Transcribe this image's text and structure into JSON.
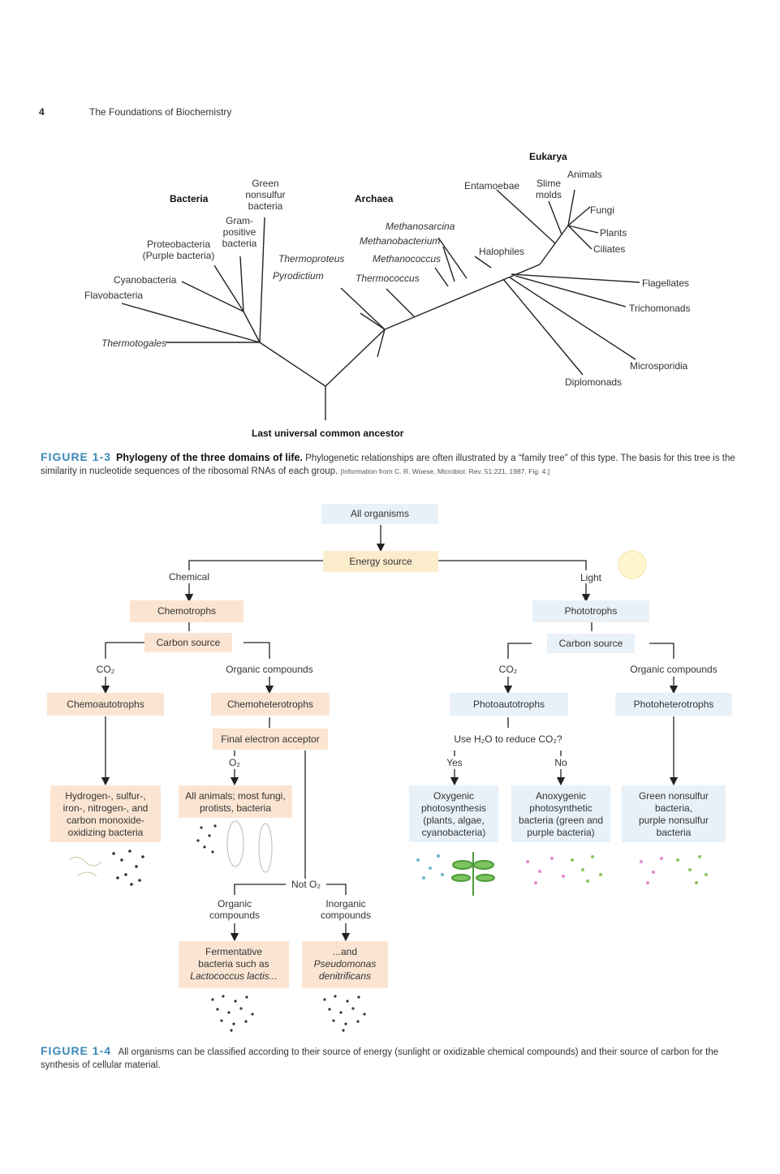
{
  "header": {
    "page_number": "4",
    "running_head": "The Foundations of Biochemistry"
  },
  "fig13": {
    "domains": {
      "bacteria": "Bacteria",
      "archaea": "Archaea",
      "eukarya": "Eukarya"
    },
    "bacteria_leaves": {
      "green_nonsulfur": [
        "Green",
        "nonsulfur",
        "bacteria"
      ],
      "gram_positive": [
        "Gram-",
        "positive",
        "bacteria"
      ],
      "proteobacteria": [
        "Proteobacteria",
        "(Purple bacteria)"
      ],
      "cyanobacteria": "Cyanobacteria",
      "flavobacteria": "Flavobacteria",
      "thermotogales": "Thermotogales"
    },
    "archaea_leaves": {
      "methanosarcina": "Methanosarcina",
      "methanobacterium": "Methanobacterium",
      "methanococcus": "Methanococcus",
      "thermoproteus": "Thermoproteus",
      "pyrodictium": "Pyrodictium",
      "thermococcus": "Thermococcus",
      "halophiles": "Halophiles"
    },
    "eukarya_leaves": {
      "entamoebae": "Entamoebae",
      "slime_molds": [
        "Slime",
        "molds"
      ],
      "animals": "Animals",
      "fungi": "Fungi",
      "plants": "Plants",
      "ciliates": "Ciliates",
      "flagellates": "Flagellates",
      "trichomonads": "Trichomonads",
      "microsporidia": "Microsporidia",
      "diplomonads": "Diplomonads"
    },
    "root": "Last universal common ancestor",
    "caption": {
      "label": "FIGURE 1-3",
      "title": "Phylogeny of the three domains of life.",
      "text": "Phylogenetic relationships are often illustrated by a “family tree” of this type. The basis for this tree is the similarity in nucleotide sequences of the ribosomal RNAs of each group.",
      "source": "[Information from C. R. Woese, Microbiol. Rev. 51:221, 1987, Fig. 4.]"
    }
  },
  "fig14": {
    "all_organisms": "All organisms",
    "energy_source": "Energy source",
    "chemical": "Chemical",
    "light": "Light",
    "chemotrophs": "Chemotrophs",
    "phototrophs": "Phototrophs",
    "carbon_source_left": "Carbon source",
    "carbon_source_right": "Carbon source",
    "co2_left": "CO₂",
    "organic_left": "Organic compounds",
    "co2_right": "CO₂",
    "organic_right": "Organic compounds",
    "chemoautotrophs": "Chemoautotrophs",
    "chemoheterotrophs": "Chemoheterotrophs",
    "photoautotrophs": "Photoautotrophs",
    "photoheterotrophs": "Photoheterotrophs",
    "final_electron_acceptor": "Final electron acceptor",
    "o2": "O₂",
    "use_h2o": "Use H₂O to reduce CO₂?",
    "yes": "Yes",
    "no": "No",
    "hydrogen_bacteria": [
      "Hydrogen-, sulfur-,",
      "iron-, nitrogen-, and",
      "carbon monoxide-",
      "oxidizing bacteria"
    ],
    "all_animals": [
      "All animals; most fungi,",
      "protists, bacteria"
    ],
    "oxygenic": [
      "Oxygenic",
      "photosynthesis",
      "(plants, algae,",
      "cyanobacteria)"
    ],
    "anoxygenic": [
      "Anoxygenic",
      "photosynthetic",
      "bacteria (green and",
      "purple bacteria)"
    ],
    "green_nonsulfur": [
      "Green nonsulfur",
      "bacteria,",
      "purple nonsulfur",
      "bacteria"
    ],
    "not_o2": "Not O₂",
    "organic_compounds": [
      "Organic",
      "compounds"
    ],
    "inorganic_compounds": [
      "Inorganic",
      "compounds"
    ],
    "fermentative": [
      "Fermentative",
      "bacteria such as",
      "Lactococcus lactis..."
    ],
    "and_pseudomonas": [
      "...and",
      "Pseudomonas",
      "denitrificans"
    ],
    "caption": {
      "label": "FIGURE 1-4",
      "text": "All organisms can be classified according to their source of energy (sunlight or oxidizable chemical compounds) and their source of carbon for the synthesis of cellular material."
    }
  },
  "colors": {
    "figure_label": "#3a88b8",
    "orange_box": "#fbe5d2",
    "blue_box": "#e9f1f8",
    "yellow_box": "#fbeccc"
  }
}
